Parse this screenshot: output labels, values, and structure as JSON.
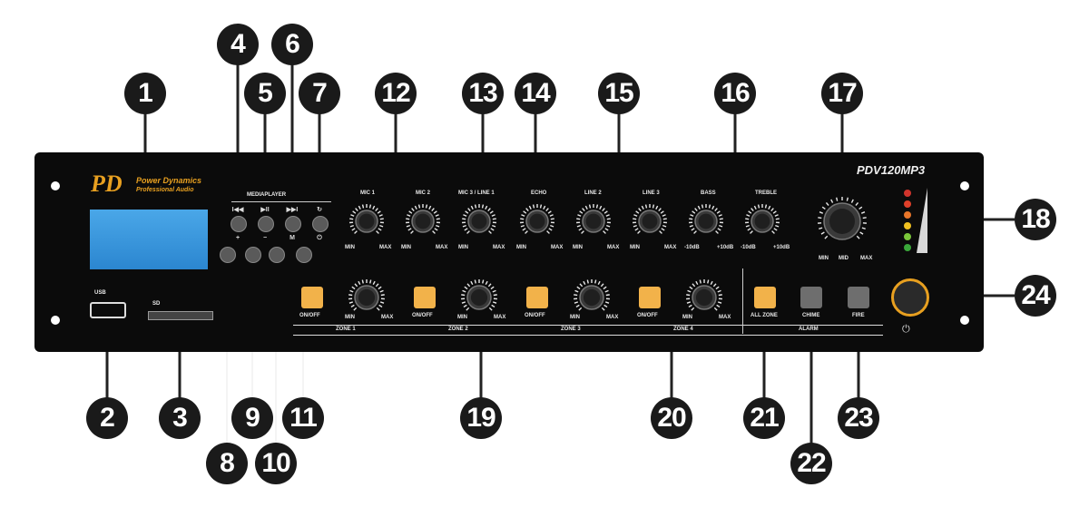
{
  "callouts": [
    "1",
    "2",
    "3",
    "4",
    "5",
    "6",
    "7",
    "8",
    "9",
    "10",
    "11",
    "12",
    "13",
    "14",
    "15",
    "16",
    "17",
    "18",
    "19",
    "20",
    "21",
    "22",
    "23",
    "24"
  ],
  "brand": {
    "mark": "PD",
    "name": "Power Dynamics",
    "tagline": "Professional Audio"
  },
  "model": "PDV120MP3",
  "mediaplayer_label": "MEDIAPLAYER",
  "usb_label": "USB",
  "sd_label": "SD",
  "player_top_glyphs": [
    "I◀◀",
    "▶II",
    "▶▶I",
    "↻"
  ],
  "player_bottom_glyphs": [
    "+",
    "−",
    "M",
    "⏻"
  ],
  "knob_labels": [
    "MIC 1",
    "MIC 2",
    "MIC 3 / LINE 1",
    "ECHO",
    "LINE 2",
    "LINE 3",
    "BASS",
    "TREBLE"
  ],
  "knob_min": "MIN",
  "knob_max": "MAX",
  "tone_min": "-10dB",
  "tone_max": "+10dB",
  "master_min": "MIN",
  "master_mid": "MID",
  "master_max": "MAX",
  "zone_button_label": "ON/OFF",
  "zones": [
    "ZONE 1",
    "ZONE 2",
    "ZONE 3",
    "ZONE 4"
  ],
  "alarm_buttons": [
    "ALL ZONE",
    "CHIME",
    "FIRE"
  ],
  "alarm_label": "ALARM",
  "vu_colors": [
    "#d0342c",
    "#e0402a",
    "#e8762a",
    "#f0c020",
    "#7ac63a",
    "#3aa83a"
  ],
  "accent": "#f2b24a",
  "power_ring": "#e8a020"
}
